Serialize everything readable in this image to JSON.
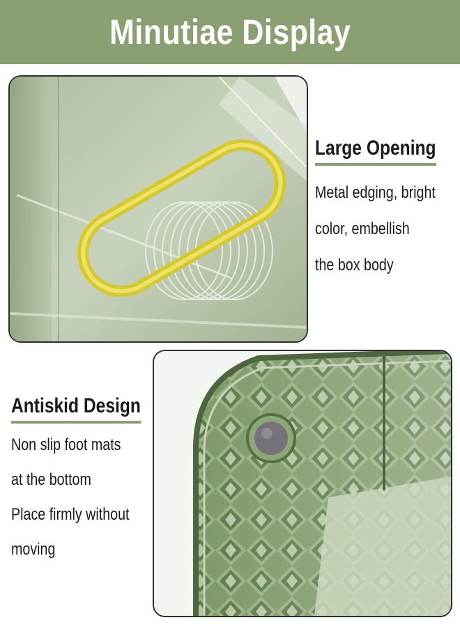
{
  "banner": {
    "title": "Minutiae Display"
  },
  "sections": {
    "large_opening": {
      "heading": "Large Opening",
      "lines": [
        "Metal edging, bright",
        "color, embellish",
        "the box body"
      ]
    },
    "antiskid": {
      "heading": "Antiskid Design",
      "lines": [
        "Non slip foot mats",
        "at the bottom",
        "Place firmly without",
        "moving"
      ]
    }
  },
  "colors": {
    "banner": "#8a9f72",
    "accent_yellow": "#e4d83a",
    "product_green": "#6f8a5c"
  },
  "icons": {
    "top_photo": "tissue-box-opening-photo",
    "bottom_photo": "antiskid-foot-pad-photo"
  }
}
